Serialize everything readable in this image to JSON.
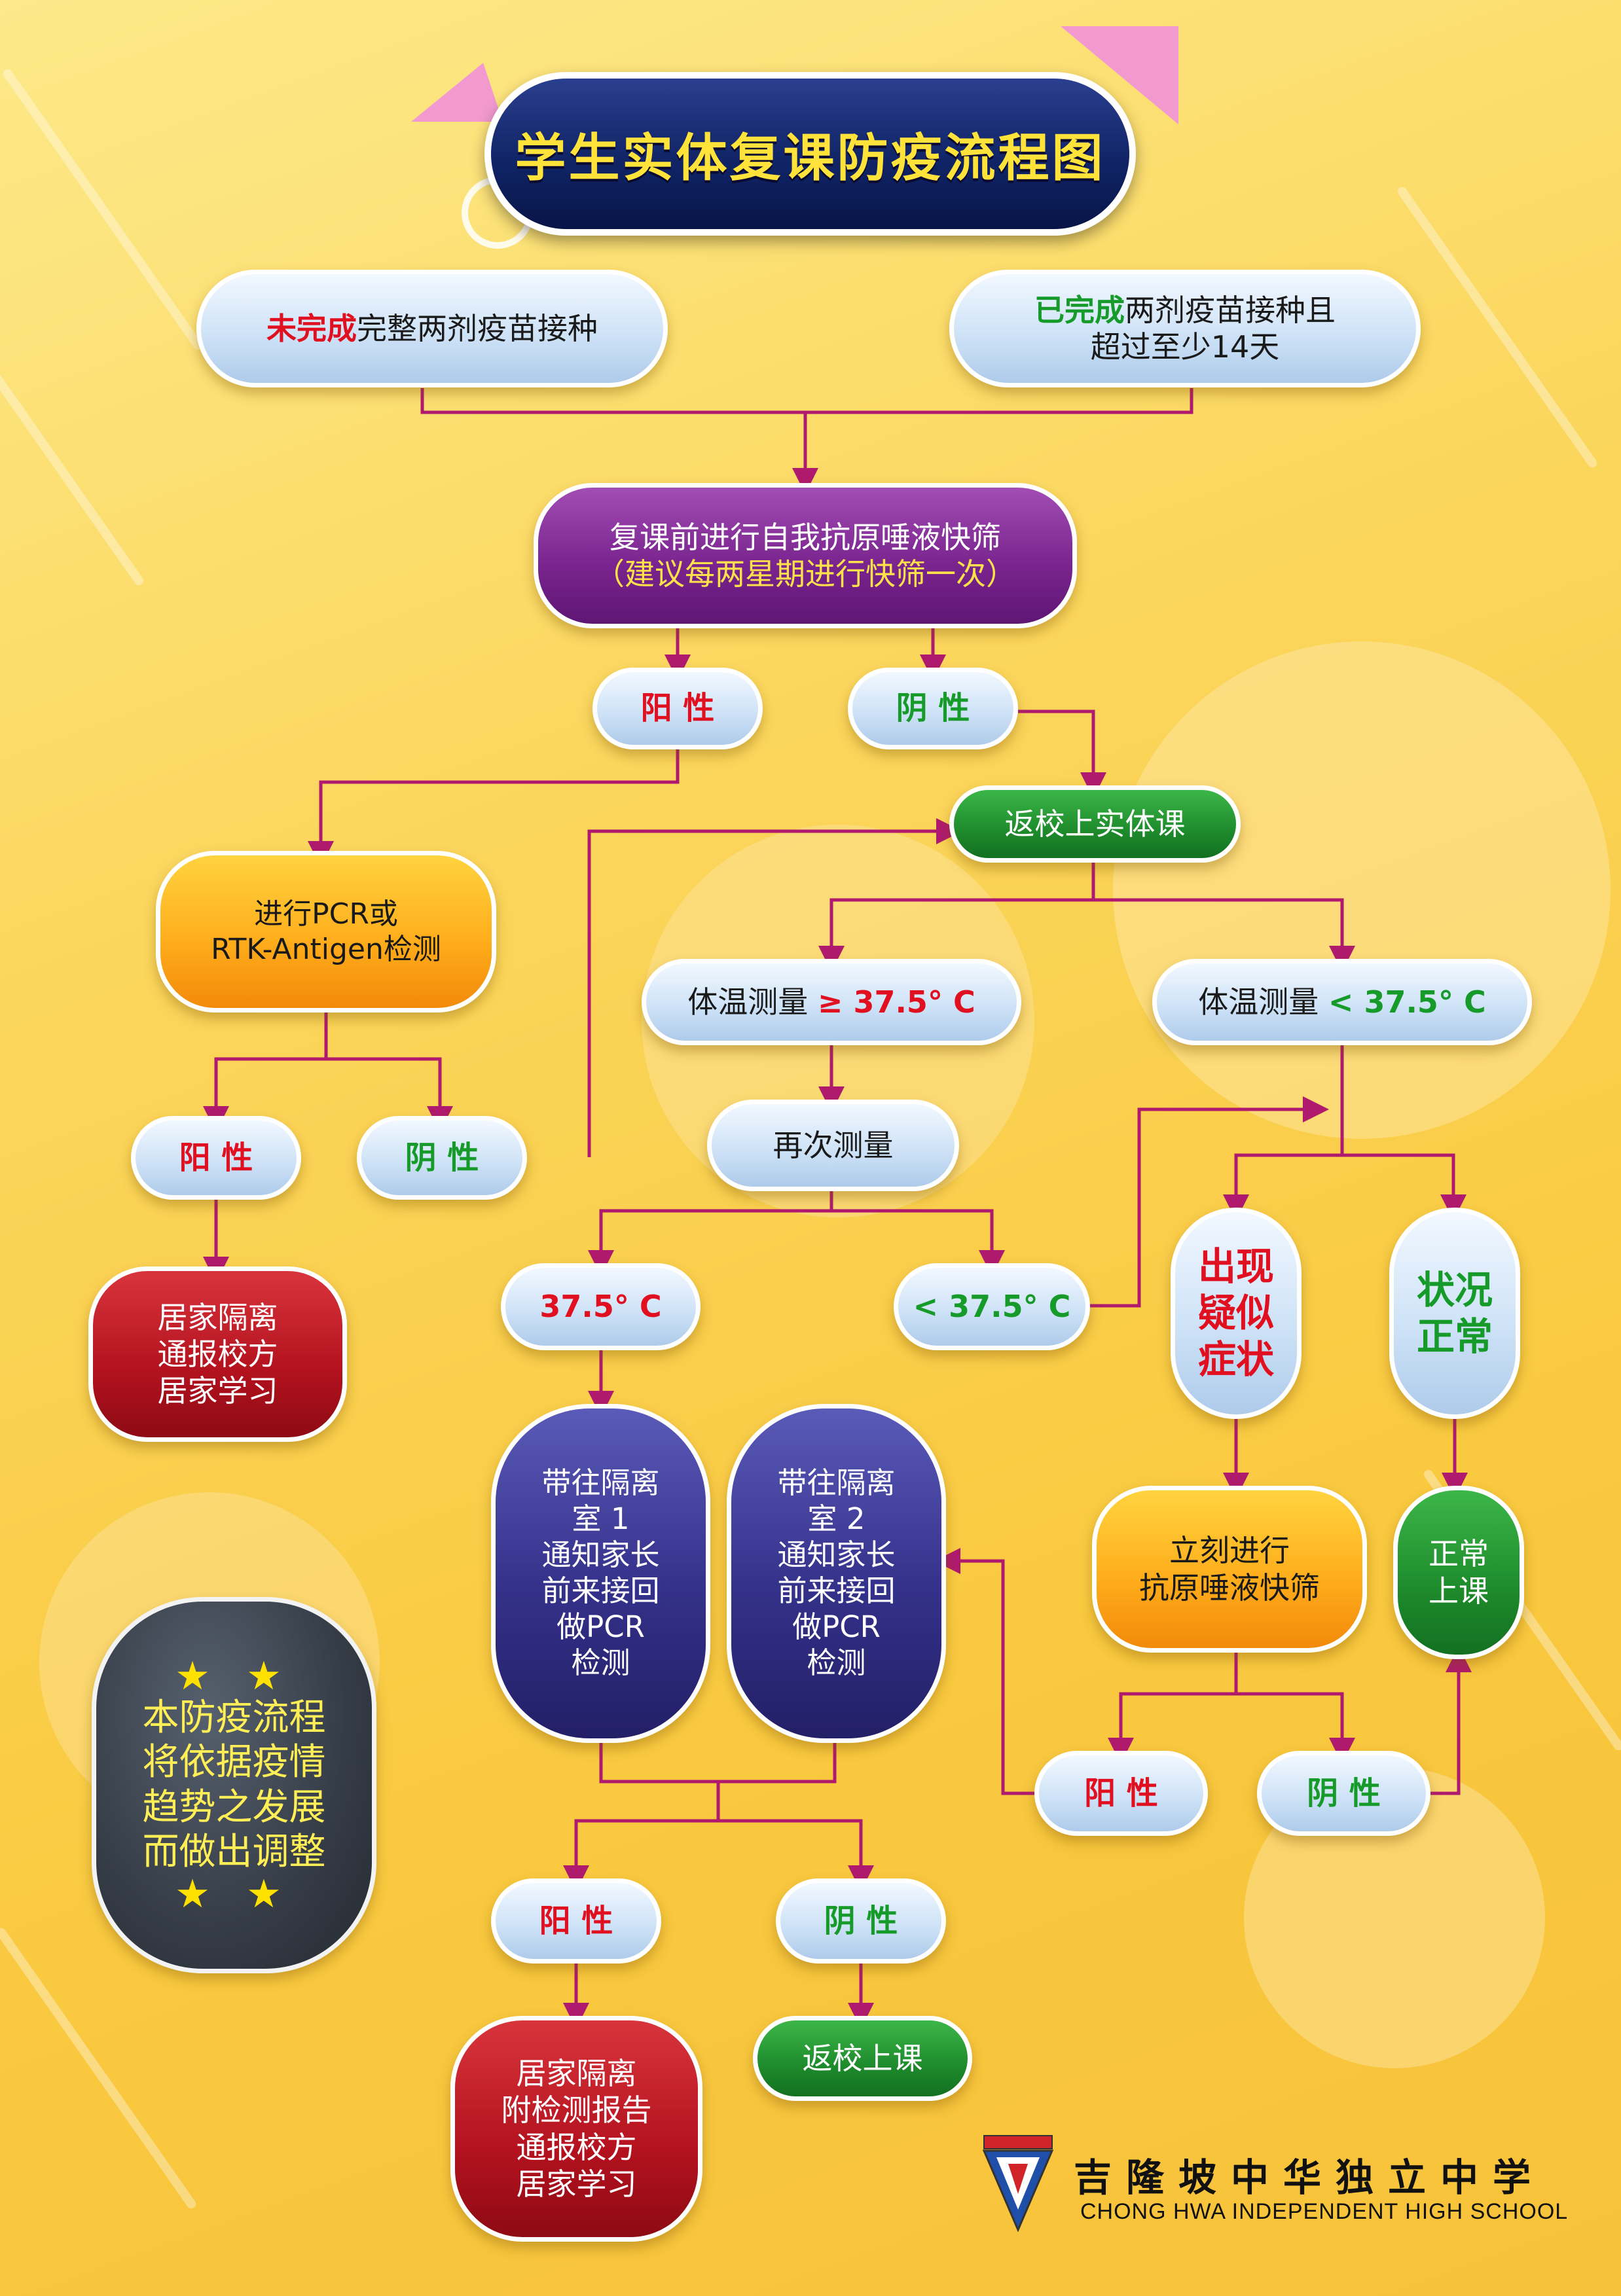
{
  "title": "学生实体复课防疫流程图",
  "nodes": {
    "start_incomplete": {
      "highlight": "未完成",
      "rest": "完整两剂疫苗接种"
    },
    "start_complete": {
      "highlight": "已完成",
      "rest": "两剂疫苗接种且",
      "line2": "超过至少14天"
    },
    "self_test": {
      "line1": "复课前进行自我抗原唾液快筛",
      "line2": "（建议每两星期进行快筛一次）"
    },
    "pos_1": "阳 性",
    "neg_1": "阴 性",
    "return_school": "返校上实体课",
    "pcr_test": {
      "line1": "进行PCR或",
      "line2": "RTK-Antigen检测"
    },
    "pos_2": "阳 性",
    "neg_2": "阴 性",
    "home_quarantine_1": {
      "line1": "居家隔离",
      "line2": "通报校方",
      "line3": "居家学习"
    },
    "temp_high": {
      "label": "体温测量",
      "value": "≥ 37.5° C"
    },
    "temp_low": {
      "label": "体温测量",
      "value": "< 37.5° C"
    },
    "retest": "再次测量",
    "temp_high_2": "37.5° C",
    "temp_low_2": "< 37.5° C",
    "symptoms": {
      "line1": "出现",
      "line2": "疑似",
      "line3": "症状"
    },
    "normal_status": {
      "line1": "状况",
      "line2": "正常"
    },
    "isolation_room_1": {
      "line1": "带往隔离",
      "line2": "室 1",
      "line3": "通知家长",
      "line4": "前来接回",
      "line5": "做PCR",
      "line6": "检测"
    },
    "isolation_room_2": {
      "line1": "带往隔离",
      "line2": "室 2",
      "line3": "通知家长",
      "line4": "前来接回",
      "line5": "做PCR",
      "line6": "检测"
    },
    "rapid_test": {
      "line1": "立刻进行",
      "line2": "抗原唾液快筛"
    },
    "normal_class": {
      "line1": "正常",
      "line2": "上课"
    },
    "pos_3": "阳 性",
    "neg_3": "阴 性",
    "pos_4": "阳 性",
    "neg_4": "阴 性",
    "home_quarantine_2": {
      "line1": "居家隔离",
      "line2": "附检测报告",
      "line3": "通报校方",
      "line4": "居家学习"
    },
    "return_class": "返校上课"
  },
  "note": {
    "stars": "★ ★",
    "line1": "本防疫流程",
    "line2": "将依据疫情",
    "line3": "趋势之发展",
    "line4": "而做出调整"
  },
  "school": {
    "name_cn": "吉隆坡中华独立中学",
    "name_en": "CHONG HWA INDEPENDENT HIGH SCHOOL"
  },
  "colors": {
    "arrow": "#b01a6e",
    "title_text": "#ffe23a",
    "highlight_red": "#e01020",
    "highlight_green": "#169a2a"
  }
}
